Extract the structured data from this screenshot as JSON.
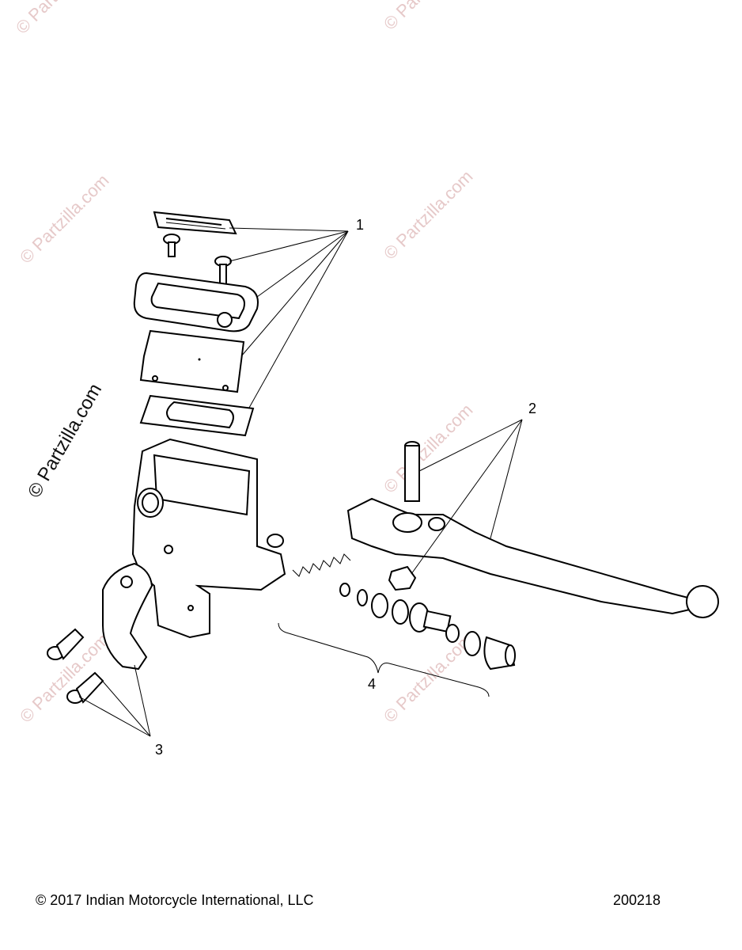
{
  "watermark": {
    "small_text": "© Partzilla.com",
    "big_text": "© Partzilla.com"
  },
  "callouts": {
    "c1": "1",
    "c2": "2",
    "c3": "3",
    "c4": "4"
  },
  "footer": {
    "copyright": "© 2017 Indian Motorcycle International, LLC",
    "diagram_id": "200218"
  },
  "colors": {
    "line": "#000000",
    "watermark": "#e6c9c9"
  }
}
